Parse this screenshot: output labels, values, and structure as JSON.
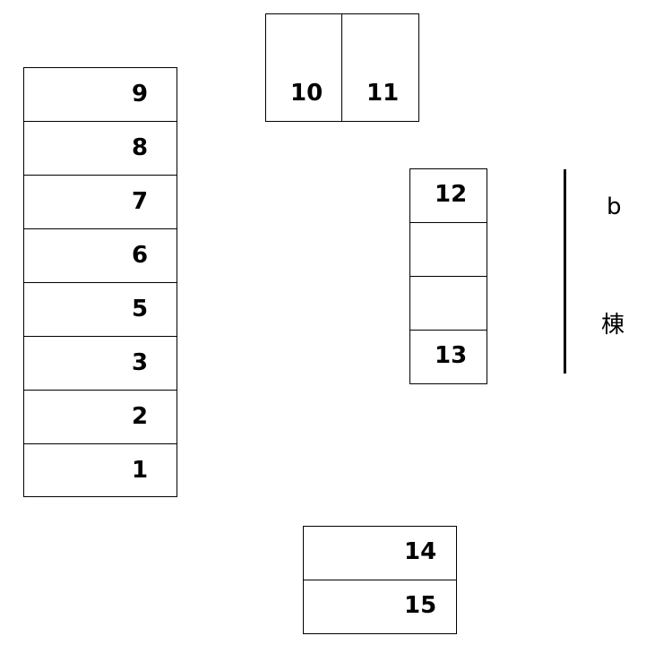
{
  "left_stack": [
    "9",
    "8",
    "7",
    "6",
    "5",
    "3",
    "2",
    "1"
  ],
  "top_pair": [
    "10",
    "11"
  ],
  "middle_stack": [
    "12",
    "",
    "",
    "13"
  ],
  "bottom_stack": [
    "14",
    "15"
  ],
  "building_label": {
    "letter": "b",
    "kanji": "棟"
  }
}
